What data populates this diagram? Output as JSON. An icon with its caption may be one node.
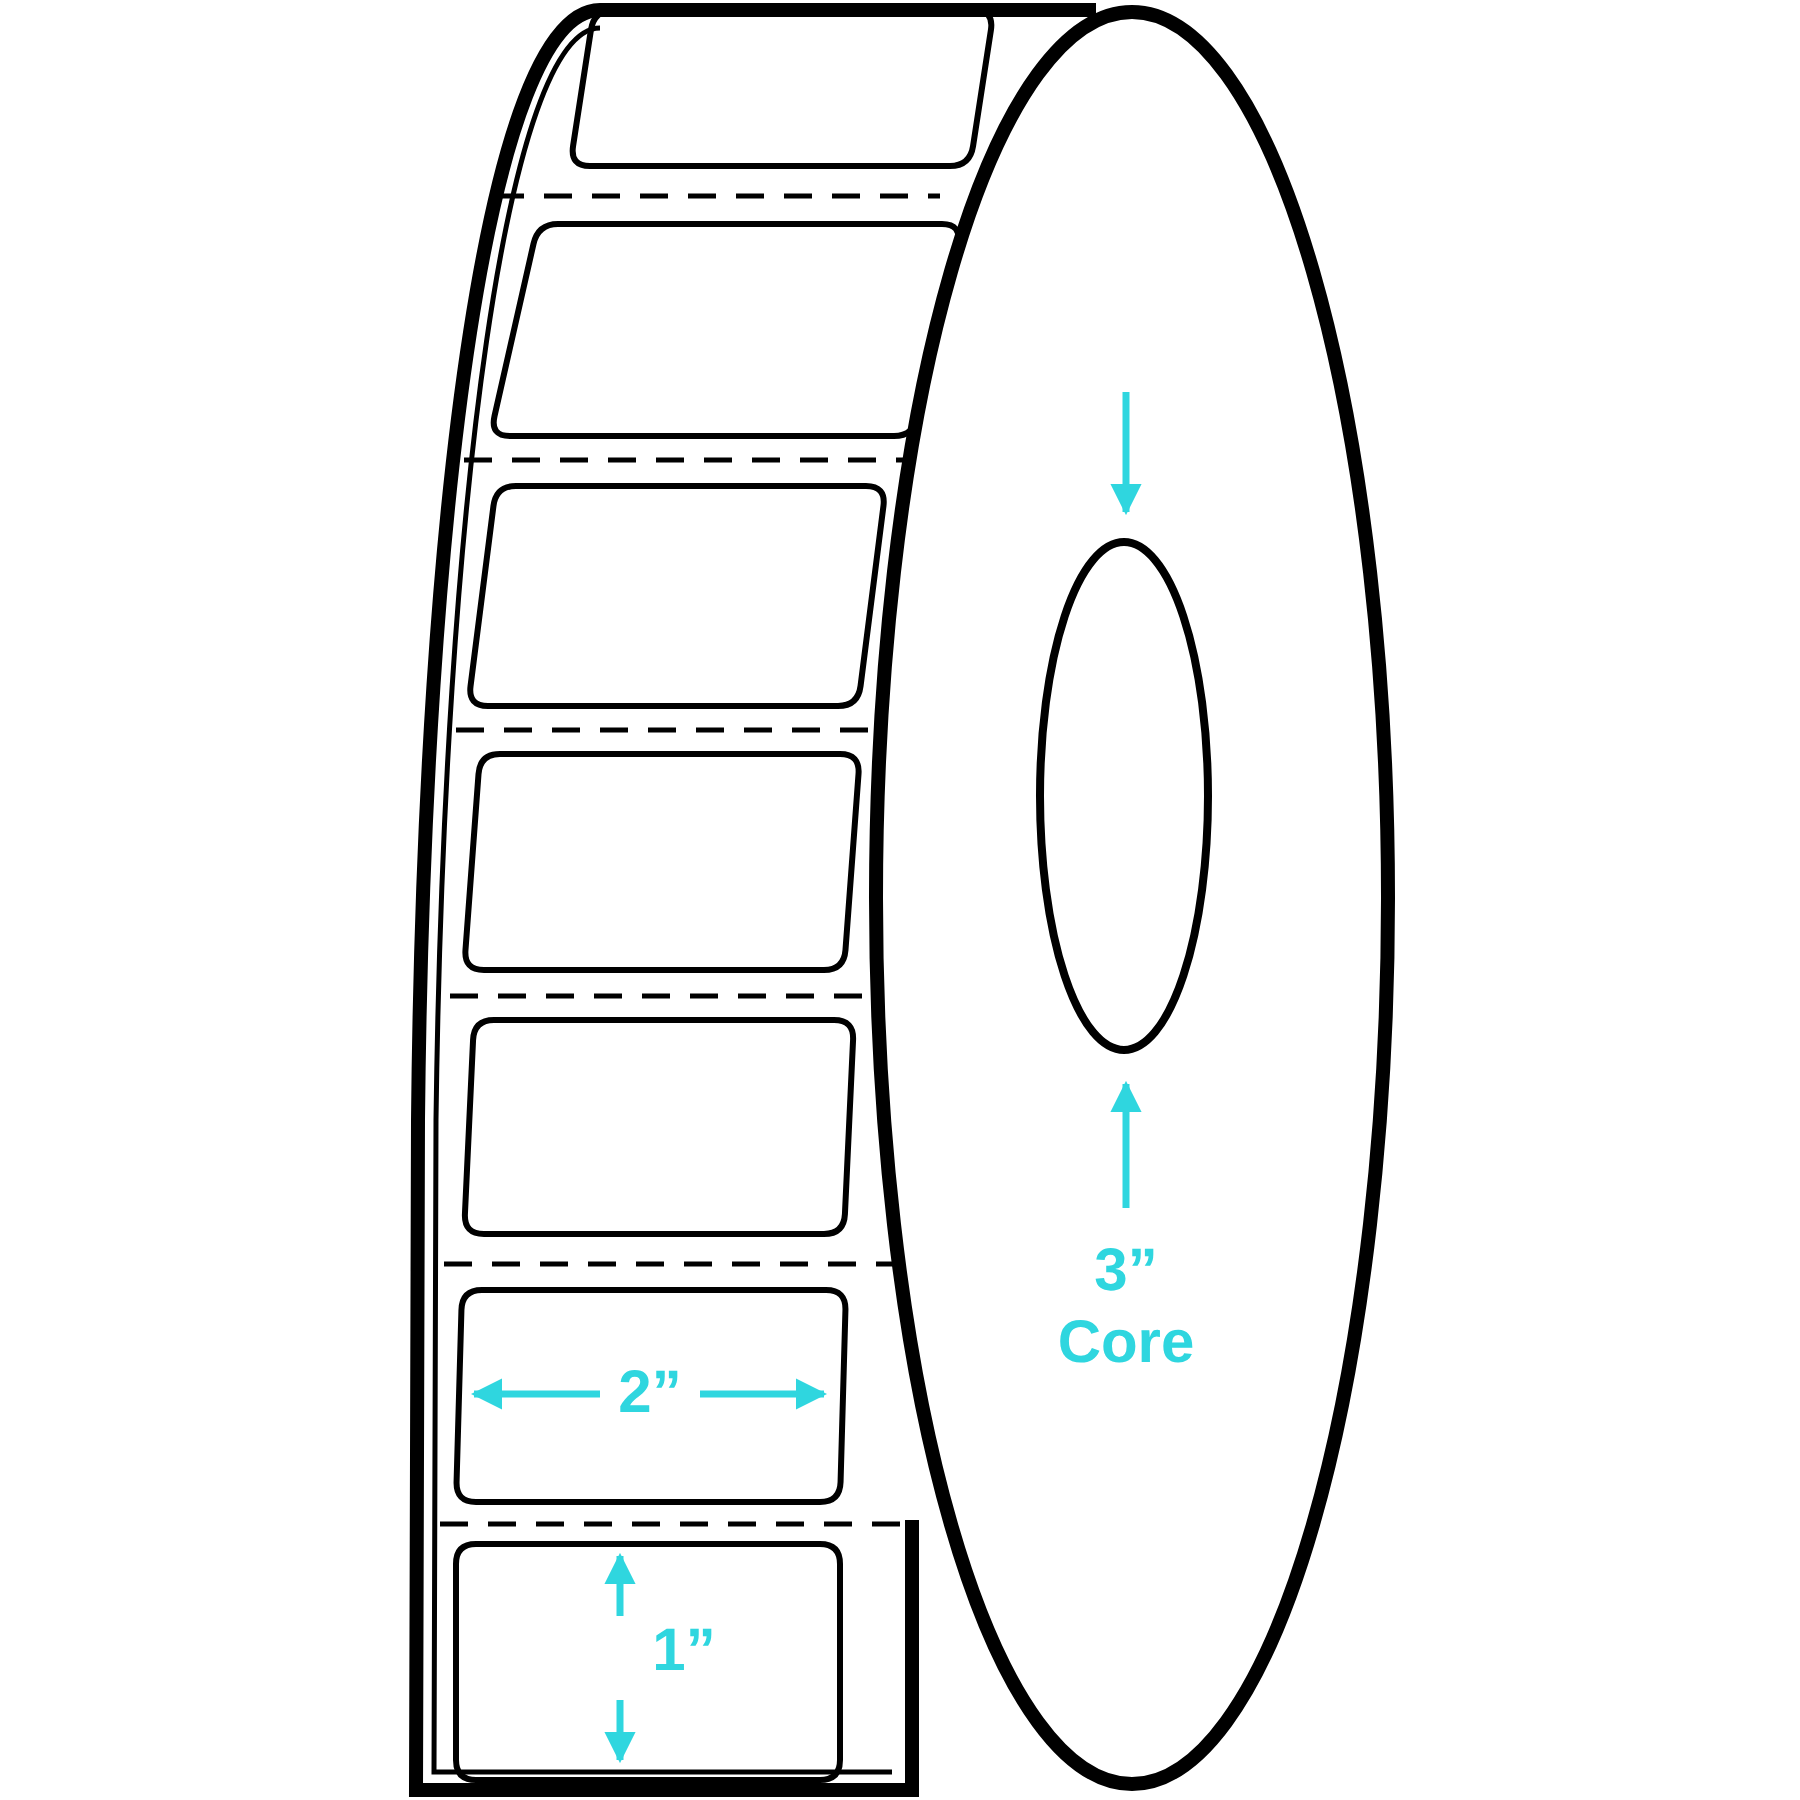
{
  "diagram": {
    "labels": [
      "2”",
      "1”",
      "3” Core"
    ]
  }
}
